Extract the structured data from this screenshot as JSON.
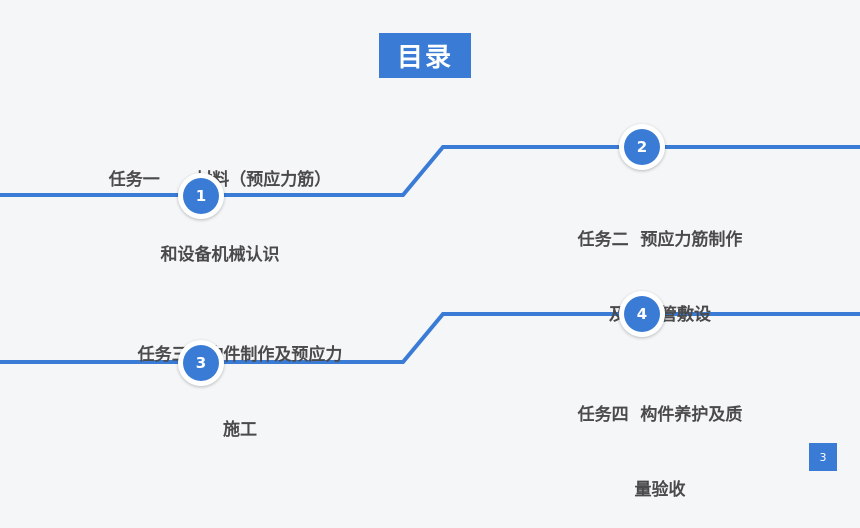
{
  "title": "目录",
  "tasks": [
    {
      "number": "1",
      "line1": "任务一      材料（预应力筋）",
      "line2": "和设备机械认识"
    },
    {
      "number": "2",
      "line1": "任务二  预应力筋制作",
      "line2": "及预埋管敷设"
    },
    {
      "number": "3",
      "line1": "任务三   构件制作及预应力",
      "line2": "施工"
    },
    {
      "number": "4",
      "line1": "任务四  构件养护及质",
      "line2": "量验收"
    }
  ],
  "page_number": "3",
  "colors": {
    "accent": "#3a7bd5",
    "text": "#4a4a4a",
    "background": "#f4f6f8"
  }
}
